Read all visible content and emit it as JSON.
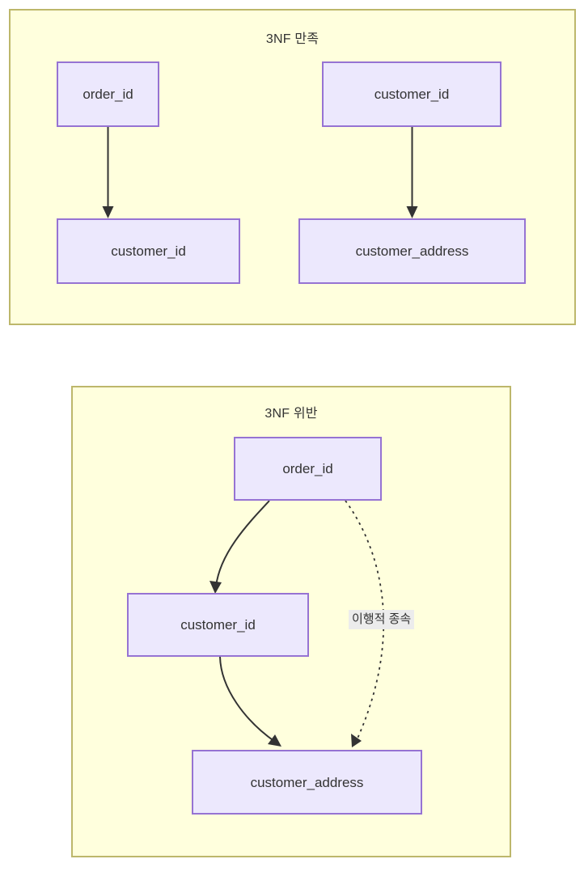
{
  "diagram": {
    "type": "flowchart",
    "palette": {
      "panel_background": "#ffffdd",
      "panel_border": "#bdb76b",
      "node_background": "#ece8fd",
      "node_border": "#9673d3",
      "edge_stroke": "#333333",
      "text_color": "#333333",
      "edge_label_background": "#ececec",
      "page_background": "#ffffff"
    },
    "panels": [
      {
        "id": "3nf-satisfied",
        "title": "3NF 만족",
        "nodes": [
          {
            "id": "ok-order-id",
            "label": "order_id"
          },
          {
            "id": "ok-customer-id-top",
            "label": "customer_id"
          },
          {
            "id": "ok-customer-id-bottom",
            "label": "customer_id"
          },
          {
            "id": "ok-customer-address",
            "label": "customer_address"
          }
        ],
        "edges": [
          {
            "from": "ok-order-id",
            "to": "ok-customer-id-bottom",
            "style": "solid",
            "shape": "straight",
            "label": ""
          },
          {
            "from": "ok-customer-id-top",
            "to": "ok-customer-address",
            "style": "solid",
            "shape": "straight",
            "label": ""
          }
        ]
      },
      {
        "id": "3nf-violated",
        "title": "3NF 위반",
        "nodes": [
          {
            "id": "vi-order-id",
            "label": "order_id"
          },
          {
            "id": "vi-customer-id",
            "label": "customer_id"
          },
          {
            "id": "vi-customer-address",
            "label": "customer_address"
          }
        ],
        "edges": [
          {
            "from": "vi-order-id",
            "to": "vi-customer-id",
            "style": "solid",
            "shape": "curved",
            "label": ""
          },
          {
            "from": "vi-customer-id",
            "to": "vi-customer-address",
            "style": "solid",
            "shape": "curved",
            "label": ""
          },
          {
            "from": "vi-order-id",
            "to": "vi-customer-address",
            "style": "dotted",
            "shape": "curved",
            "label": "이행적 종속"
          }
        ]
      }
    ]
  }
}
